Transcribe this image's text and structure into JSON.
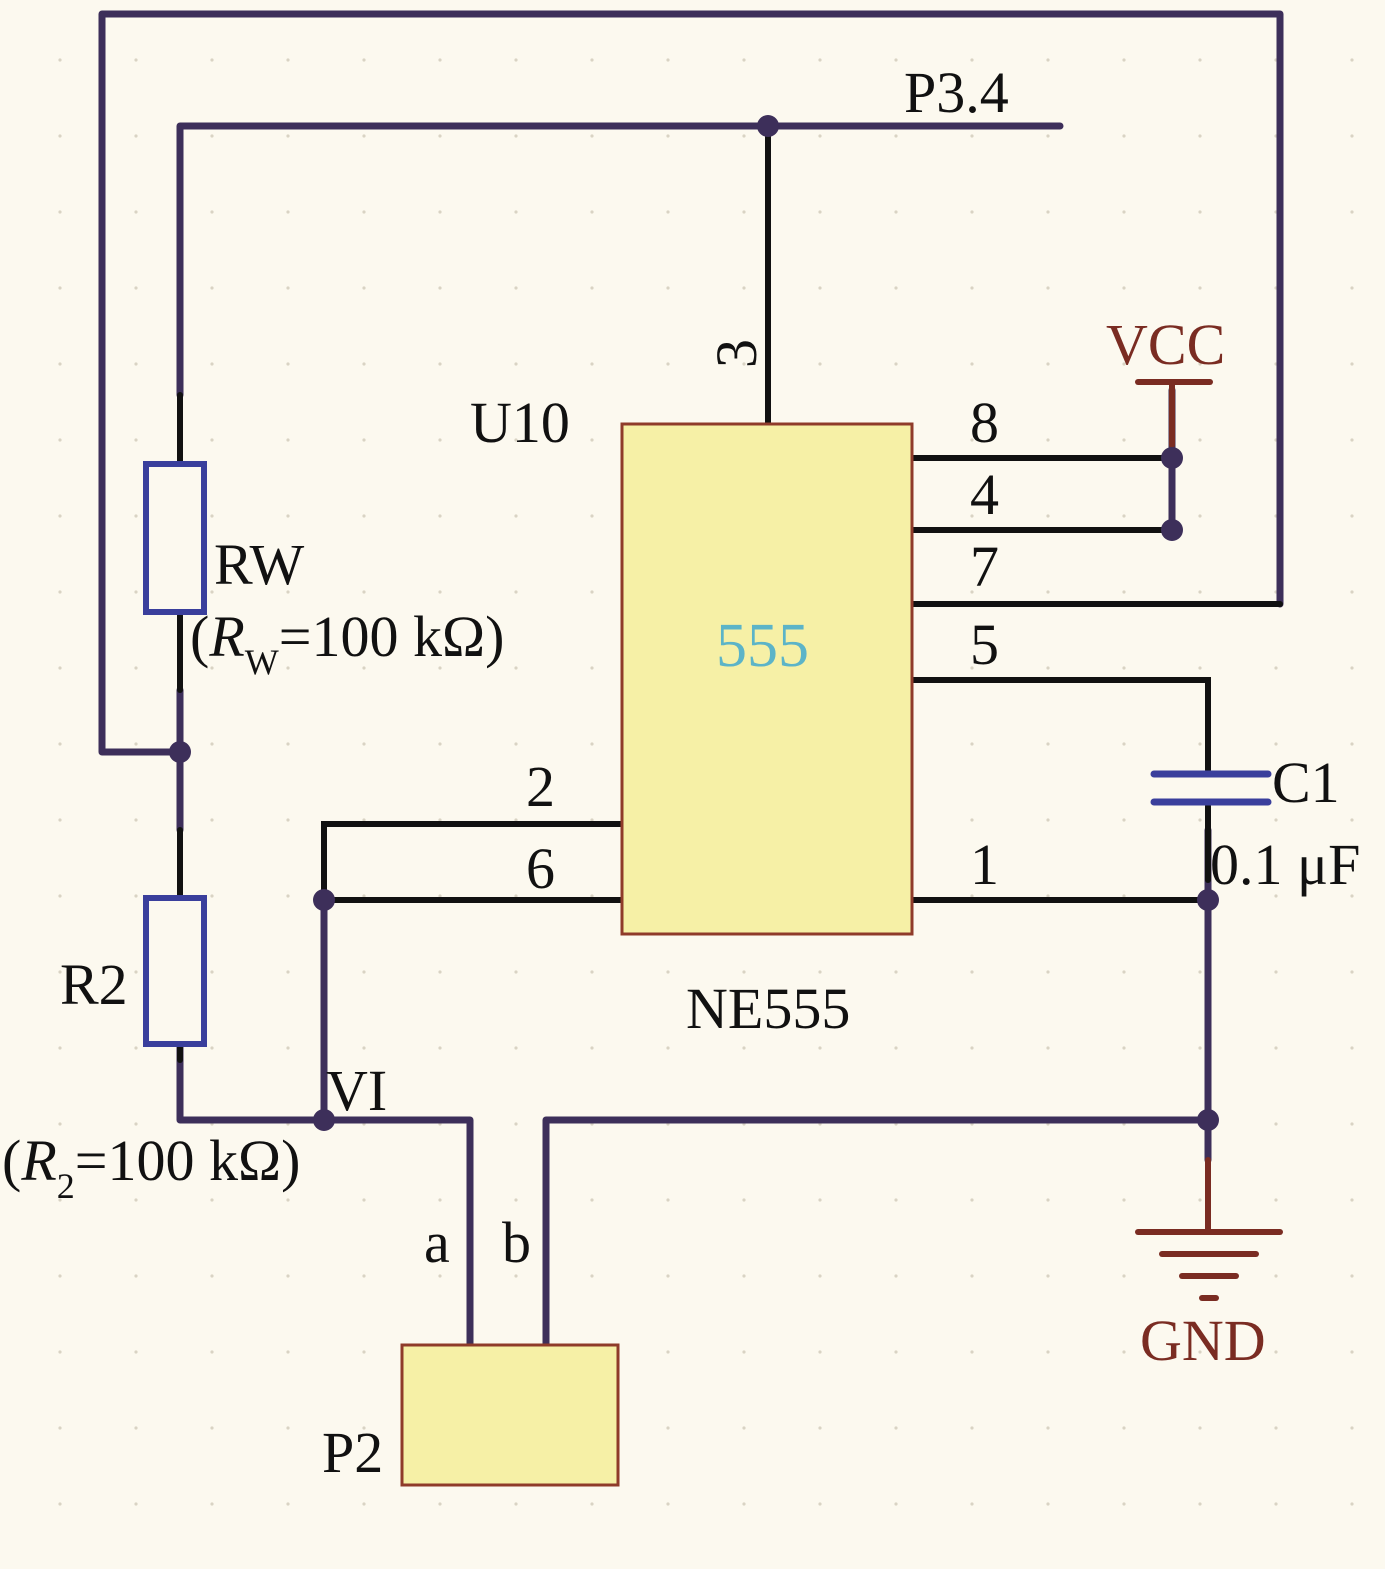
{
  "colors": {
    "background": "#fcf9ef",
    "wire_purple": "#3d2f5a",
    "wire_black": "#111111",
    "chip_fill": "#f6f0a6",
    "chip_border": "#8f3b2a",
    "resistor_border": "#3a3f9c",
    "cap_plate": "#3a3f9c",
    "power_red": "#7a2c22",
    "chip_text": "#5cb4c8",
    "label_text": "#111111"
  },
  "labels": {
    "net_p34": "P3.4",
    "pin3": "3",
    "u10": "U10",
    "vcc": "VCC",
    "pin8": "8",
    "pin4": "4",
    "pin7": "7",
    "pin5": "5",
    "chip_name": "555",
    "pin2": "2",
    "pin6": "6",
    "pin1": "1",
    "part": "NE555",
    "rw_name": "RW",
    "rw_value_open": "(",
    "rw_value_sym": "R",
    "rw_value_sub": "W",
    "rw_value_rest": "=100 kΩ)",
    "r2_name": "R2",
    "r2_value_open": "(",
    "r2_value_sym": "R",
    "r2_value_sub": "2",
    "r2_value_rest": "=100 kΩ)",
    "c1_name": "C1",
    "c1_value": "0.1 μF",
    "vi": "VI",
    "a": "a",
    "b": "b",
    "gnd": "GND",
    "p2": "P2"
  }
}
